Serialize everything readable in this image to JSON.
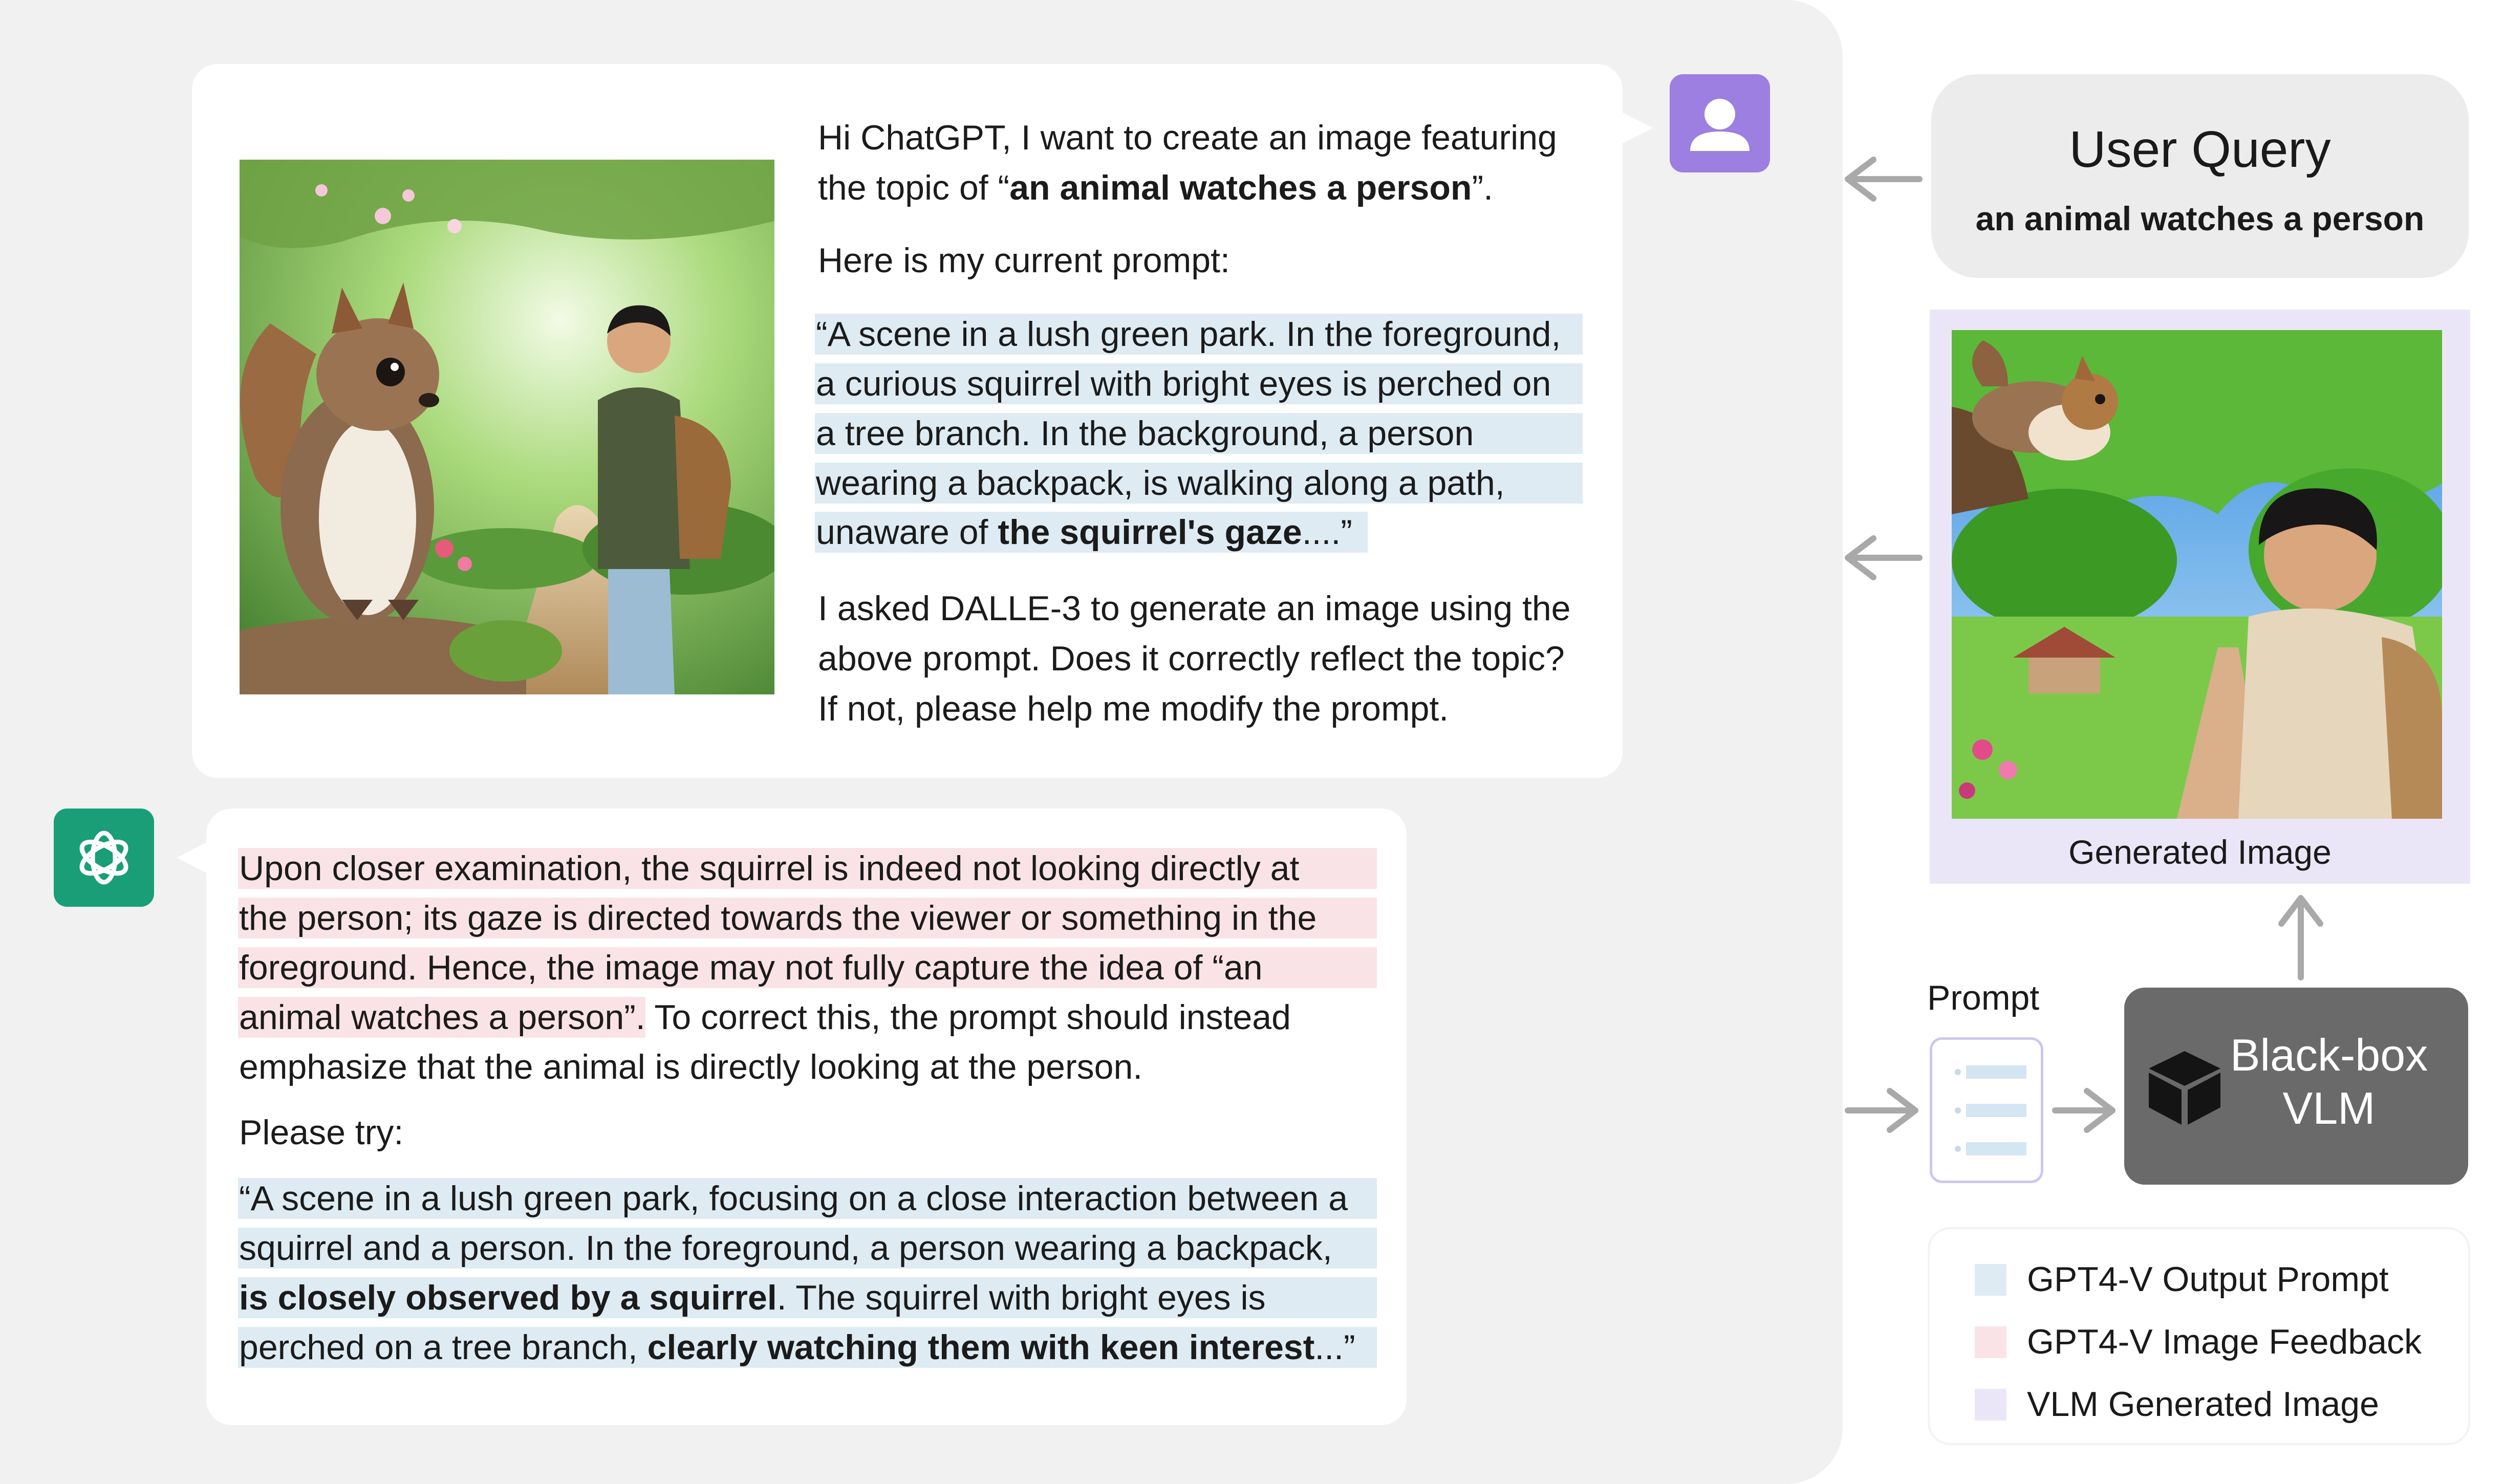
{
  "user_message": {
    "intro_pre": "Hi ChatGPT, I want to create an image featuring",
    "intro_mid": "the topic of “",
    "intro_topic": "an animal watches a person",
    "intro_post": "”.",
    "prompt_lead": "Here is my current prompt:",
    "prompt_lines": [
      "“A scene in a lush green park. In the foreground,",
      "a curious squirrel with bright eyes is perched on",
      "a tree branch. In the background, a person",
      "wearing a backpack, is walking along a path,"
    ],
    "prompt_last_pre": "unaware of ",
    "prompt_last_bold": "the squirrel's gaze",
    "prompt_last_post": "....”",
    "question_lines": [
      "I asked DALLE-3 to generate an image using the",
      "above prompt. Does it correctly reflect the topic?",
      "If not, please help me modify the prompt."
    ]
  },
  "gpt_message": {
    "feedback_lines": [
      "Upon closer examination, the squirrel is indeed not looking directly at",
      "the person; its gaze is directed towards the viewer or something in the",
      "foreground. Hence, the image may not fully capture the idea of “an"
    ],
    "feedback_mixed_highlight": "animal watches a person”.",
    "feedback_mixed_plain": " To correct this, the prompt should instead",
    "feedback_last": "emphasize that the animal is directly looking at the person.",
    "try_label": "Please try:",
    "new_prompt_line1": "“A scene in a lush green park, focusing on a close interaction between a",
    "new_prompt_line2": "squirrel and a person. In the foreground, a person wearing a backpack,",
    "new_prompt_line3_bold": "is closely observed by a squirrel",
    "new_prompt_line3_post": ". The squirrel with bright eyes is",
    "new_prompt_line4_pre": "perched on a tree branch, ",
    "new_prompt_line4_bold": "clearly watching them with keen interest",
    "new_prompt_line4_post": "...”"
  },
  "user_query": {
    "title": "User Query",
    "text": "an animal watches a person"
  },
  "generated_image": {
    "caption": "Generated Image"
  },
  "prompt": {
    "label": "Prompt"
  },
  "vlm": {
    "line1": "Black-box",
    "line2": "VLM"
  },
  "legend": {
    "items": [
      {
        "label": "GPT4-V Output Prompt",
        "color": "#deebf3"
      },
      {
        "label": "GPT4-V Image Feedback",
        "color": "#fae3e6"
      },
      {
        "label": "VLM Generated Image",
        "color": "#ebe6f7"
      }
    ]
  },
  "colors": {
    "user_avatar": "#9c7fe0",
    "gpt_avatar": "#1a9e78",
    "prompt_highlight": "#deebf3",
    "feedback_highlight": "#fae3e6",
    "vlm_box": "#6a6a6a",
    "arrows": "#a9a9a9"
  },
  "icons": [
    "user-icon",
    "openai-logo-icon",
    "cube-icon",
    "document-icon"
  ]
}
